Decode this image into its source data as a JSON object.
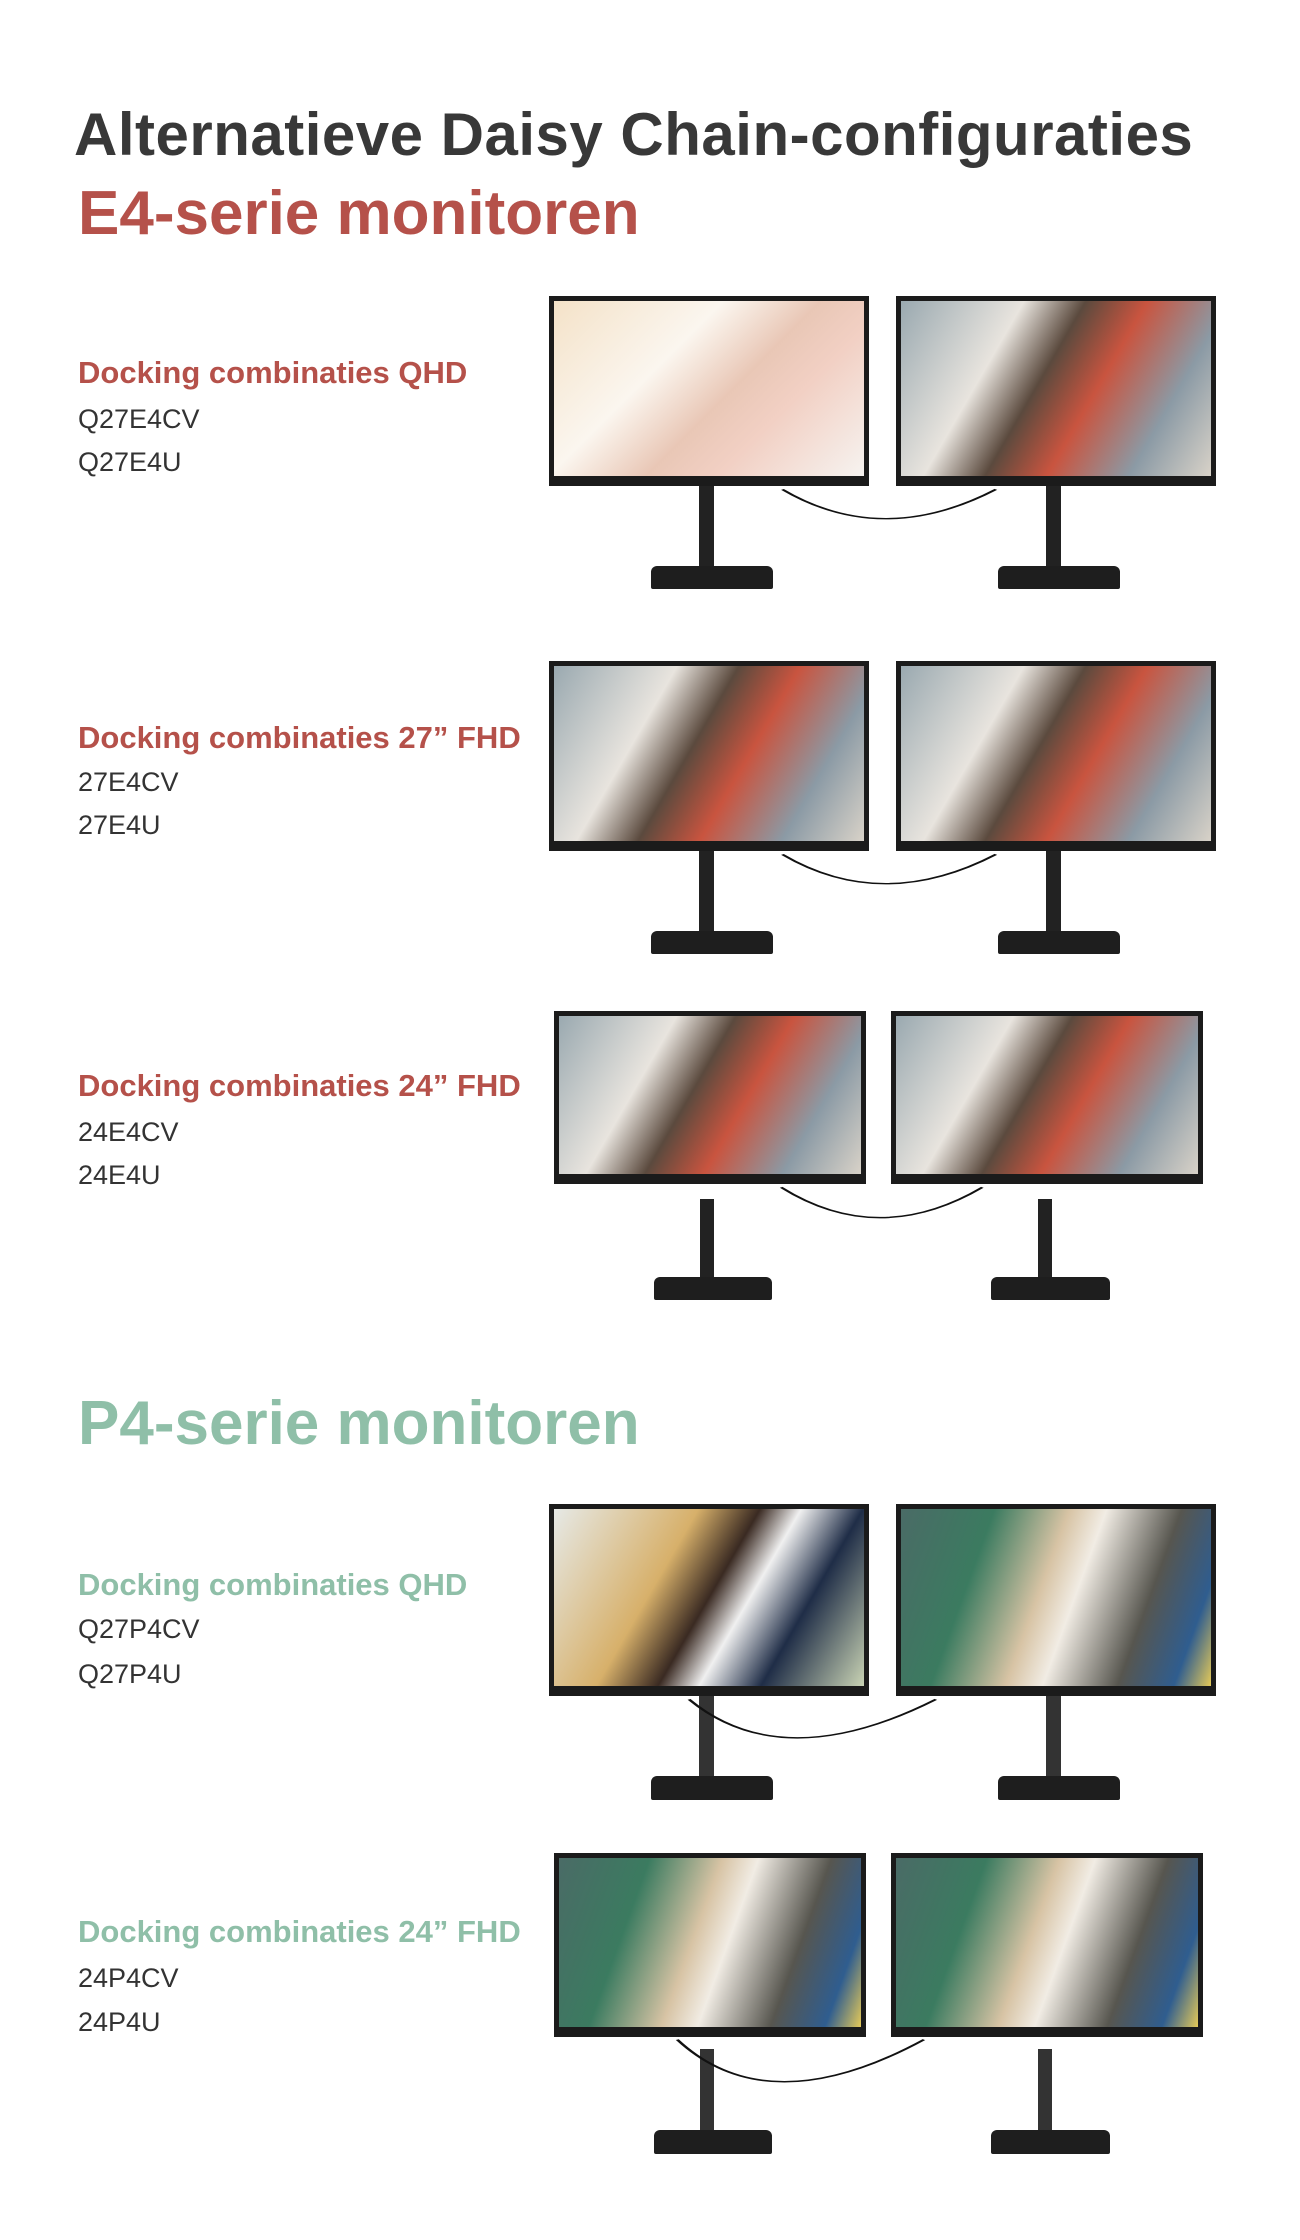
{
  "title": "Alternatieve Daisy Chain-configuraties",
  "sections": [
    {
      "heading": "E4-serie monitoren",
      "color": "#b5514a",
      "rows": [
        {
          "label": "Docking combinaties QHD",
          "models": [
            "Q27E4CV",
            "Q27E4U"
          ]
        },
        {
          "label": "Docking combinaties 27” FHD",
          "models": [
            "27E4CV",
            "27E4U"
          ]
        },
        {
          "label": "Docking combinaties 24” FHD",
          "models": [
            "24E4CV",
            "24E4U"
          ]
        }
      ]
    },
    {
      "heading": "P4-serie monitoren",
      "color": "#8fbfa8",
      "rows": [
        {
          "label": "Docking combinaties QHD",
          "models": [
            "Q27P4CV",
            "Q27P4U"
          ]
        },
        {
          "label": "Docking combinaties 24” FHD",
          "models": [
            "24P4CV",
            "24P4U"
          ]
        }
      ]
    }
  ]
}
